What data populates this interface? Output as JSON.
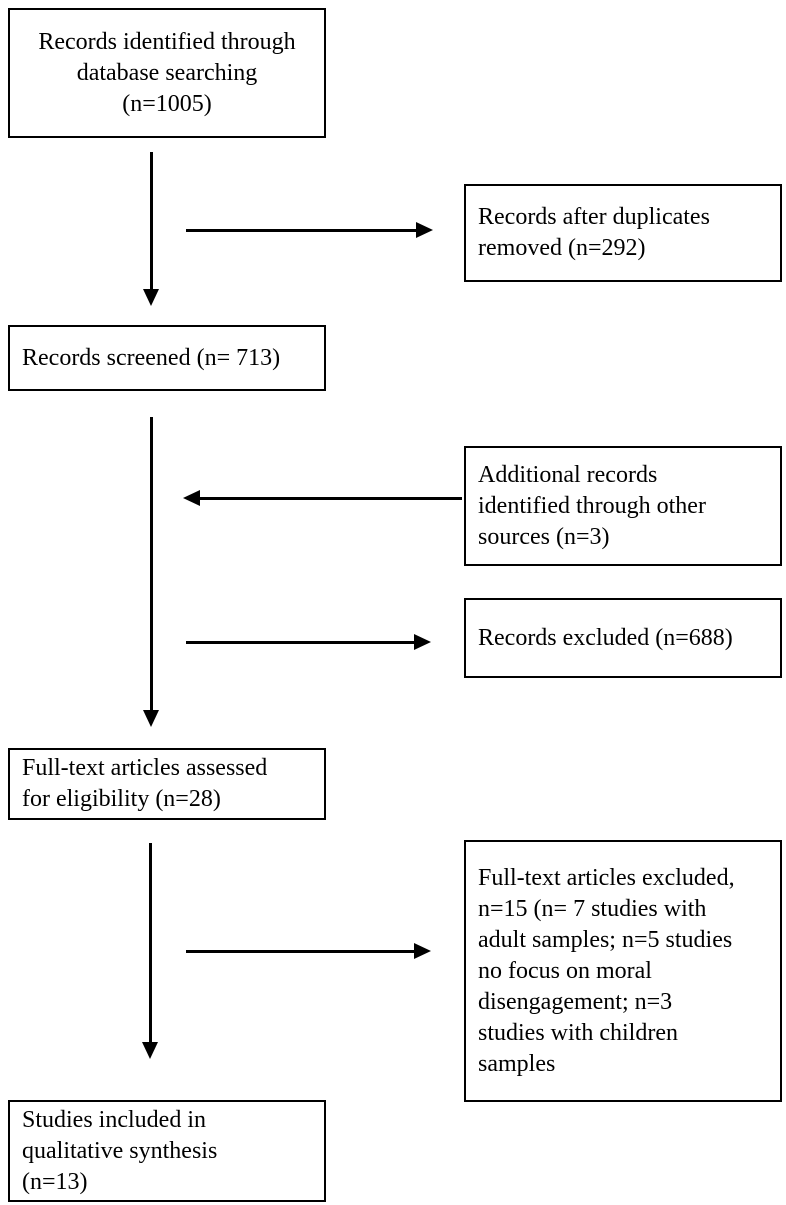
{
  "diagram": {
    "kind": "study-selection-flowchart",
    "boxes": {
      "records_identified": {
        "text": "Records identified through\ndatabase searching\n(n=1005)"
      },
      "duplicates_removed": {
        "text": "Records after duplicates\nremoved (n=292)"
      },
      "records_screened": {
        "text": "Records screened (n= 713)"
      },
      "additional_records": {
        "text": "Additional records\nidentified through other\nsources (n=3)"
      },
      "records_excluded": {
        "text": "Records excluded (n=688)"
      },
      "fulltext_assessed": {
        "text": "Full-text articles assessed\nfor eligibility (n=28)"
      },
      "fulltext_excluded": {
        "text": "Full-text articles excluded,\nn=15 (n= 7 studies with\nadult samples; n=5 studies\nno focus on moral\ndisengagement; n=3\nstudies with children\nsamples"
      },
      "studies_included": {
        "text": "Studies included in\nqualitative synthesis\n(n=13)"
      }
    },
    "connections": [
      {
        "from": "records_identified",
        "to": "records_screened",
        "direction": "down"
      },
      {
        "from": "records_identified",
        "to": "duplicates_removed",
        "direction": "right"
      },
      {
        "from": "records_screened",
        "to": "fulltext_assessed",
        "direction": "down"
      },
      {
        "from": "additional_records",
        "to": "records_screened",
        "direction": "left"
      },
      {
        "from": "records_screened",
        "to": "records_excluded",
        "direction": "right"
      },
      {
        "from": "fulltext_assessed",
        "to": "studies_included",
        "direction": "down"
      },
      {
        "from": "fulltext_assessed",
        "to": "fulltext_excluded",
        "direction": "right"
      }
    ],
    "colors": {
      "background": "#ffffff",
      "box_border": "#000000",
      "box_fill": "#ffffff",
      "text": "#000000",
      "arrow": "#000000"
    }
  }
}
